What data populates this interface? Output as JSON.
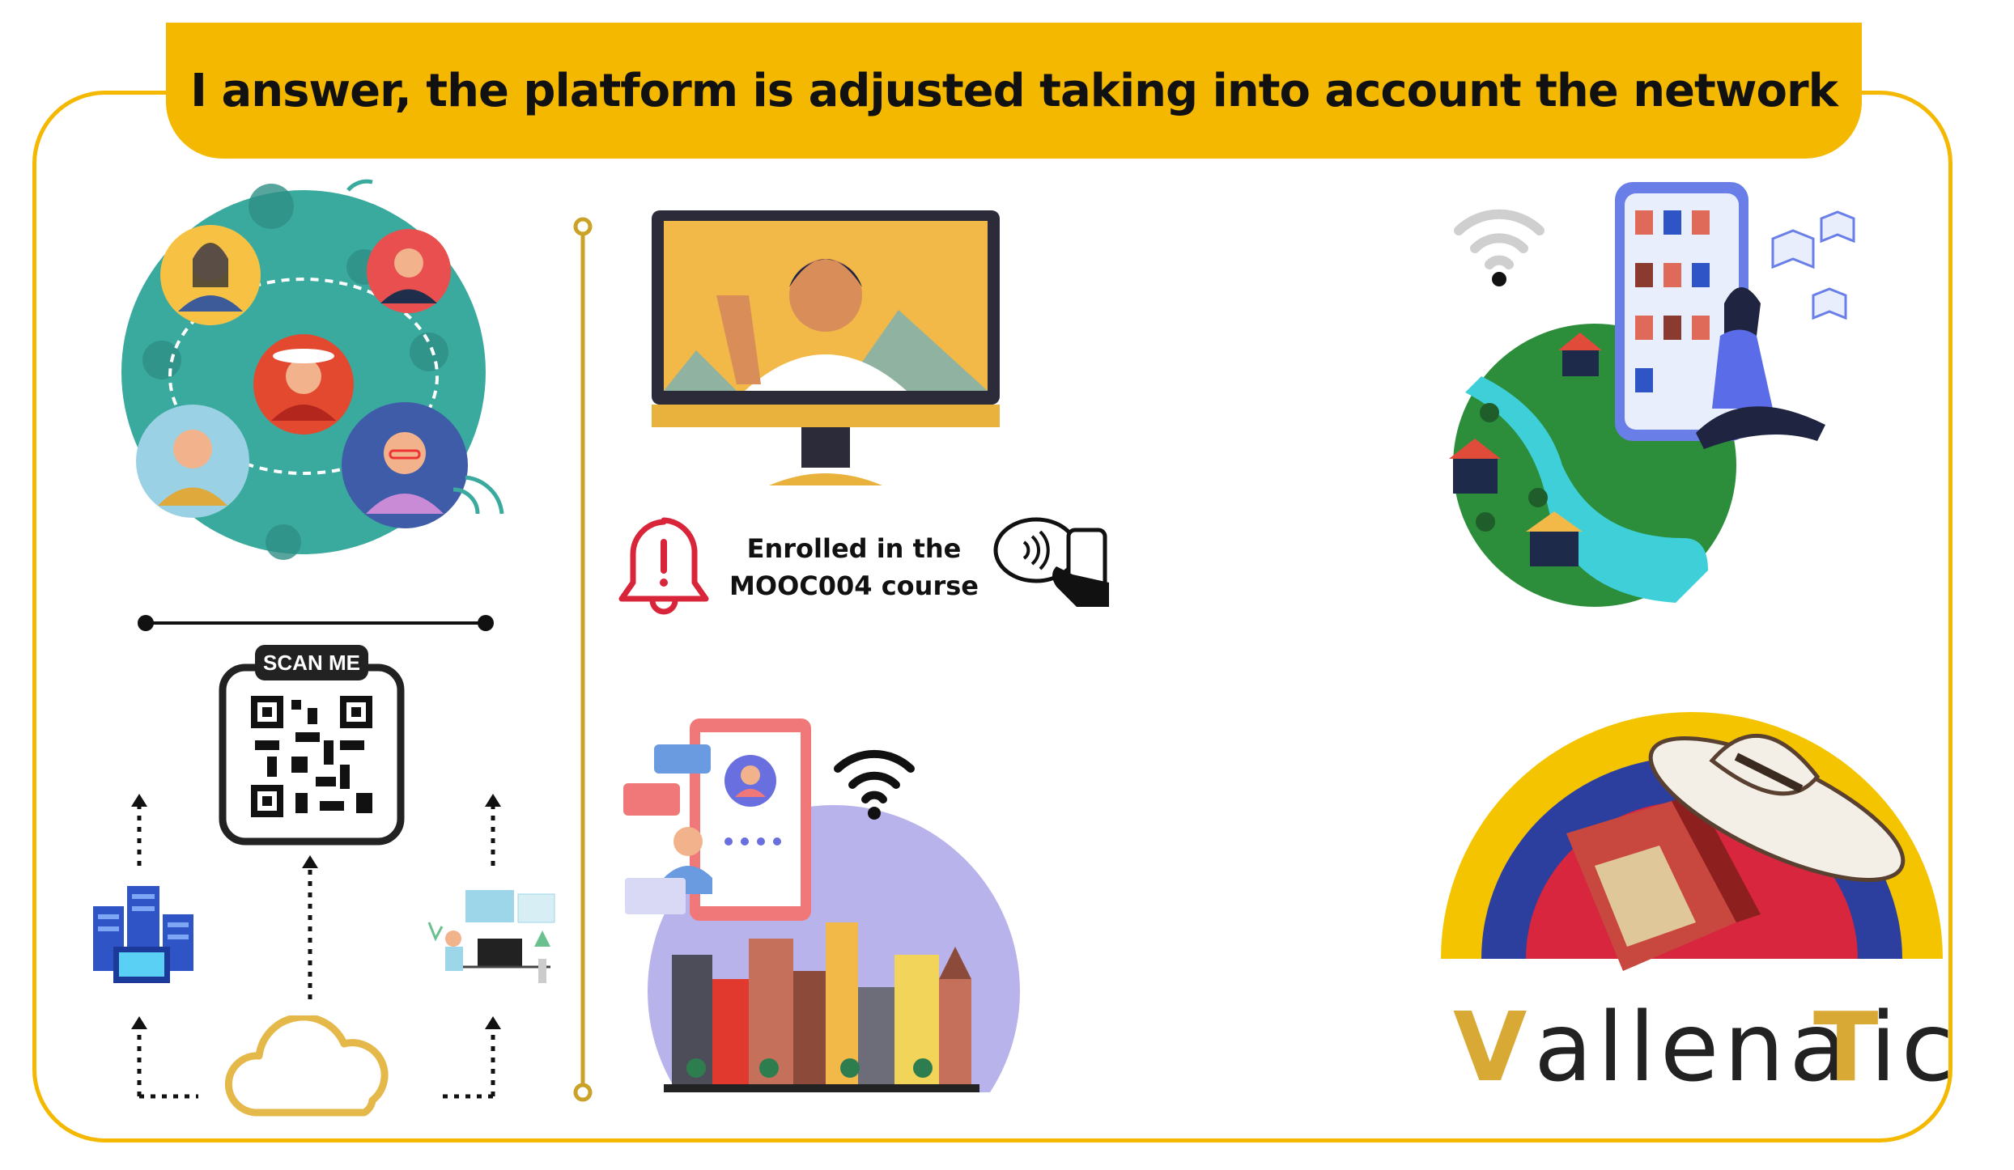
{
  "banner": {
    "title": "I answer, the platform is adjusted taking into account the network"
  },
  "notification": {
    "line1": "Enrolled in the",
    "line2": "MOOC004 course"
  },
  "qr": {
    "label": "SCAN ME"
  },
  "logo": {
    "letters": [
      "V",
      "allena",
      "T",
      "ic"
    ]
  },
  "colors": {
    "accent": "#F5B800",
    "frame": "#F5B800",
    "globe": "#3BAA9E",
    "alert": "#D9253A"
  },
  "icons": [
    "network-globe-icon",
    "monitor-video-call-icon",
    "bell-alert-icon",
    "nfc-phone-icon",
    "wifi-icon",
    "rural-globe-icon",
    "phone-bookshelf-icon",
    "reader-person-icon",
    "qr-code-icon",
    "server-icon",
    "workstation-icon",
    "cloud-icon",
    "city-icon",
    "phone-profile-icon",
    "vallenatic-logo"
  ]
}
